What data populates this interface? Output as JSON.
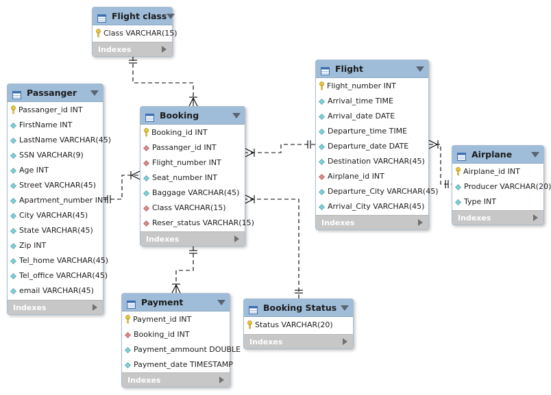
{
  "tables": {
    "flight_class": {
      "title": "Flight class",
      "indexes_label": "Indexes",
      "columns": [
        {
          "text": "Class VARCHAR(15)",
          "kind": "pk"
        }
      ]
    },
    "passanger": {
      "title": "Passanger",
      "indexes_label": "Indexes",
      "columns": [
        {
          "text": "Passanger_id INT",
          "kind": "pk"
        },
        {
          "text": "FirstName INT",
          "kind": "col"
        },
        {
          "text": "LastName VARCHAR(45)",
          "kind": "col"
        },
        {
          "text": "SSN VARCHAR(9)",
          "kind": "col"
        },
        {
          "text": "Age INT",
          "kind": "col"
        },
        {
          "text": "Street VARCHAR(45)",
          "kind": "col"
        },
        {
          "text": "Apartment_number INT",
          "kind": "col"
        },
        {
          "text": "City VARCHAR(45)",
          "kind": "col"
        },
        {
          "text": "State VARCHAR(45)",
          "kind": "col"
        },
        {
          "text": "Zip INT",
          "kind": "col"
        },
        {
          "text": "Tel_home VARCHAR(45)",
          "kind": "col"
        },
        {
          "text": "Tel_office VARCHAR(45)",
          "kind": "col"
        },
        {
          "text": "email VARCHAR(45)",
          "kind": "col"
        }
      ]
    },
    "booking": {
      "title": "Booking",
      "indexes_label": "Indexes",
      "columns": [
        {
          "text": "Booking_id INT",
          "kind": "pk"
        },
        {
          "text": "Passanger_id INT",
          "kind": "fk"
        },
        {
          "text": "Flight_number INT",
          "kind": "fk"
        },
        {
          "text": "Seat_number INT",
          "kind": "col"
        },
        {
          "text": "Baggage VARCHAR(45)",
          "kind": "col"
        },
        {
          "text": "Class VARCHAR(15)",
          "kind": "fk"
        },
        {
          "text": "Reser_status VARCHAR(15)",
          "kind": "fk"
        }
      ]
    },
    "flight": {
      "title": "Flight",
      "indexes_label": "Indexes",
      "columns": [
        {
          "text": "Flight_number INT",
          "kind": "pk"
        },
        {
          "text": "Arrival_time TIME",
          "kind": "col"
        },
        {
          "text": "Arrival_date DATE",
          "kind": "col"
        },
        {
          "text": "Departure_time TIME",
          "kind": "col"
        },
        {
          "text": "Departure_date DATE",
          "kind": "col"
        },
        {
          "text": "Destination VARCHAR(45)",
          "kind": "col"
        },
        {
          "text": "Airplane_id INT",
          "kind": "fk"
        },
        {
          "text": "Departure_City VARCHAR(45)",
          "kind": "col"
        },
        {
          "text": "Arrival_City VARCHAR(45)",
          "kind": "col"
        }
      ]
    },
    "airplane": {
      "title": "Airplane",
      "indexes_label": "Indexes",
      "columns": [
        {
          "text": "Airplane_id INT",
          "kind": "pk"
        },
        {
          "text": "Producer VARCHAR(20)",
          "kind": "col"
        },
        {
          "text": "Type INT",
          "kind": "col"
        }
      ]
    },
    "payment": {
      "title": "Payment",
      "indexes_label": "Indexes",
      "columns": [
        {
          "text": "Payment_id INT",
          "kind": "pk"
        },
        {
          "text": "Booking_id INT",
          "kind": "fk"
        },
        {
          "text": "Payment_ammount DOUBLE",
          "kind": "col"
        },
        {
          "text": "Payment_date TIMESTAMP",
          "kind": "col"
        }
      ]
    },
    "booking_status": {
      "title": "Booking Status",
      "indexes_label": "Indexes",
      "columns": [
        {
          "text": "Status VARCHAR(20)",
          "kind": "pk"
        }
      ]
    }
  },
  "relationships": [
    {
      "from": "flight_class",
      "to": "booking"
    },
    {
      "from": "passanger",
      "to": "booking"
    },
    {
      "from": "flight",
      "to": "booking"
    },
    {
      "from": "airplane",
      "to": "flight"
    },
    {
      "from": "booking",
      "to": "payment"
    },
    {
      "from": "booking_status",
      "to": "booking"
    }
  ],
  "colors": {
    "header": "#9fbdd9",
    "footer": "#c7c7c7",
    "key": "#e8c83c",
    "fk_diamond": "#d98a8a",
    "col_diamond": "#7ed0d8",
    "line": "#000000"
  }
}
